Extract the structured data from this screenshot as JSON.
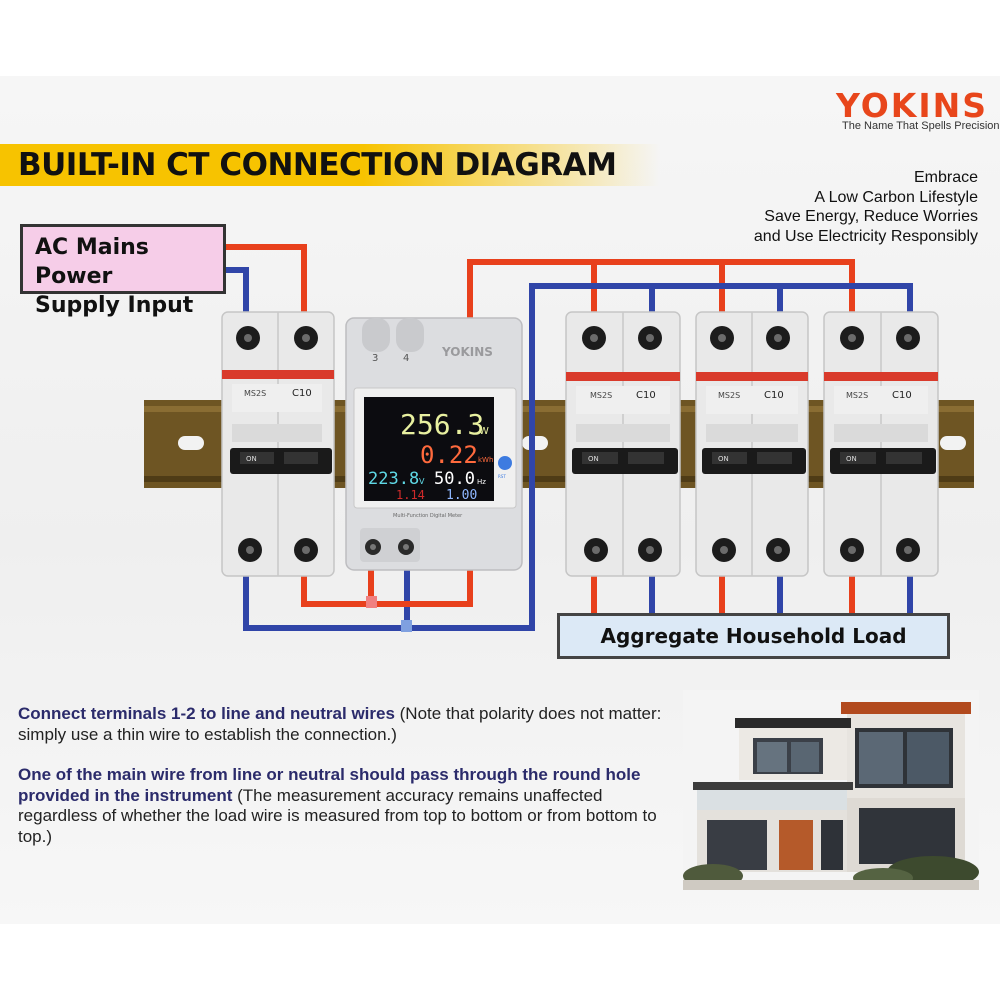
{
  "brand": {
    "logo": "YOKINS",
    "tagline": "The Name That Spells Precision"
  },
  "banner": {
    "title": "BUILT-IN CT CONNECTION  DIAGRAM"
  },
  "slogan": [
    "Embrace",
    "A Low Carbon Lifestyle",
    "Save Energy, Reduce Worries",
    "and Use Electricity Responsibly"
  ],
  "ac_input": {
    "line1": "AC Mains Power",
    "line2": "Supply Input"
  },
  "meter": {
    "brand": "YOKINS",
    "terminal_3": "3",
    "terminal_4": "4",
    "power": "256.3",
    "power_unit": "W",
    "energy": "0.22",
    "energy_unit": "kWh",
    "voltage": "223.8",
    "voltage_unit": "V",
    "frequency": "50.0",
    "frequency_unit": "Hz",
    "current": "1.14",
    "power_factor": "1.00",
    "button": "RST",
    "label": "Multi-Function Digital Meter"
  },
  "breaker": {
    "rating": "C10",
    "model": "MS2S",
    "status": "ON"
  },
  "load": {
    "label": "Aggregate Household  Load"
  },
  "instructions": {
    "p1_bold": "Connect terminals 1-2 to line and neutral wires",
    "p1_rest": " (Note that polarity does not matter: simply use a thin wire to establish the connection.)",
    "p2_bold": "One of the main wire from line or neutral should pass through the round hole provided in the instrument",
    "p2_rest": " (The measurement accuracy remains unaffected regardless of whether the load wire is measured from top to bottom or from bottom to top.)"
  },
  "colors": {
    "line_wire": "#e8401c",
    "neutral_wire": "#3045a8",
    "brand_orange": "#e8461b",
    "banner_yellow": "#f7c300",
    "din_rail": "#6e5523"
  }
}
